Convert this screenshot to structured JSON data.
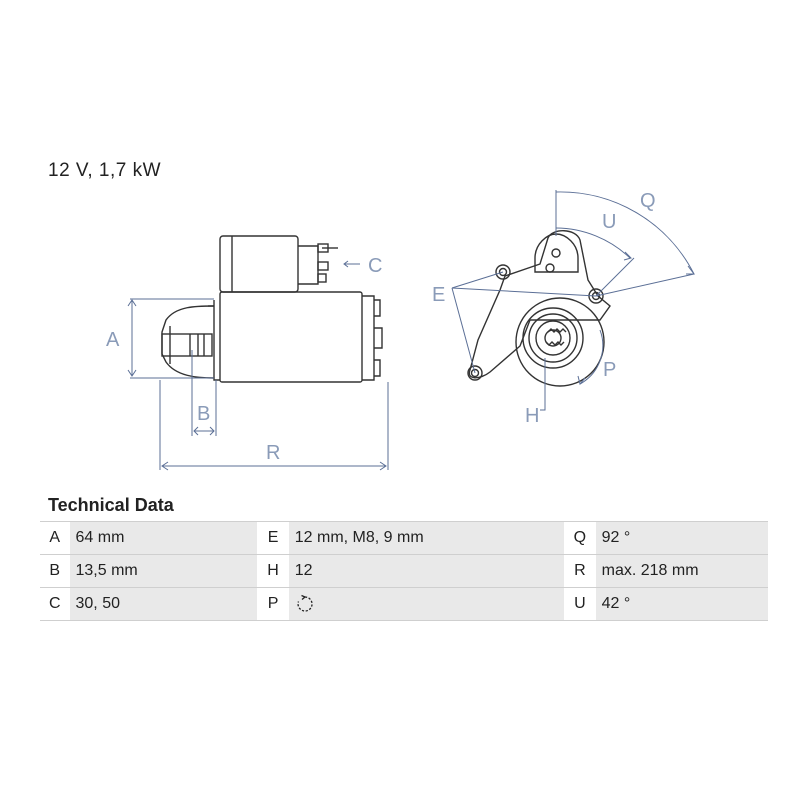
{
  "spec_line": "12 V, 1,7 kW",
  "diagram_labels": {
    "A": "A",
    "B": "B",
    "C": "C",
    "R": "R",
    "E": "E",
    "H": "H",
    "P": "P",
    "Q": "Q",
    "U": "U"
  },
  "technical_data": {
    "title": "Technical Data",
    "rows": [
      [
        {
          "key": "A",
          "value": "64 mm"
        },
        {
          "key": "E",
          "value": "12 mm, M8, 9 mm"
        },
        {
          "key": "Q",
          "value": "92 °"
        }
      ],
      [
        {
          "key": "B",
          "value": "13,5 mm"
        },
        {
          "key": "H",
          "value": "12"
        },
        {
          "key": "R",
          "value": "max. 218 mm"
        }
      ],
      [
        {
          "key": "C",
          "value": "30, 50"
        },
        {
          "key": "P",
          "value": "",
          "icon": "clockwise-rotation-icon"
        },
        {
          "key": "U",
          "value": "42 °"
        }
      ]
    ]
  },
  "colors": {
    "drawing": "#333333",
    "dimension": "#5b6f96",
    "table_fill": "#e9e9e9"
  }
}
